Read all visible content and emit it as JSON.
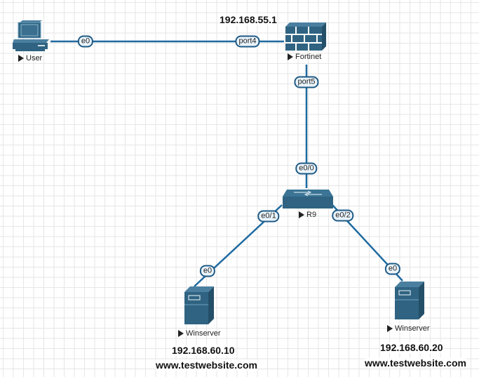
{
  "nodes": {
    "user": {
      "label": "User",
      "icon": "computer-icon"
    },
    "fortinet": {
      "label": "Fortinet",
      "icon": "firewall-icon"
    },
    "r9": {
      "label": "R9",
      "icon": "switch-icon"
    },
    "winserver1": {
      "label": "Winserver",
      "icon": "server-icon"
    },
    "winserver2": {
      "label": "Winserver",
      "icon": "server-icon"
    }
  },
  "links": [
    {
      "from": "user",
      "from_port": "e0",
      "to": "fortinet",
      "to_port": "port4"
    },
    {
      "from": "fortinet",
      "from_port": "port5",
      "to": "r9",
      "to_port": "e0/0"
    },
    {
      "from": "r9",
      "from_port": "e0/1",
      "to": "winserver1",
      "to_port": "e0"
    },
    {
      "from": "r9",
      "from_port": "e0/2",
      "to": "winserver2",
      "to_port": "e0"
    }
  ],
  "annotations": {
    "fortinet_ip": "192.168.55.1",
    "winserver1_ip": "192.168.60.10",
    "winserver1_site": "www.testwebsite.com",
    "winserver2_ip": "192.168.60.20",
    "winserver2_site": "www.testwebsite.com"
  },
  "colors": {
    "link": "#1f6aa0",
    "icon": "#2f6381",
    "port_border": "#1f5a85"
  }
}
